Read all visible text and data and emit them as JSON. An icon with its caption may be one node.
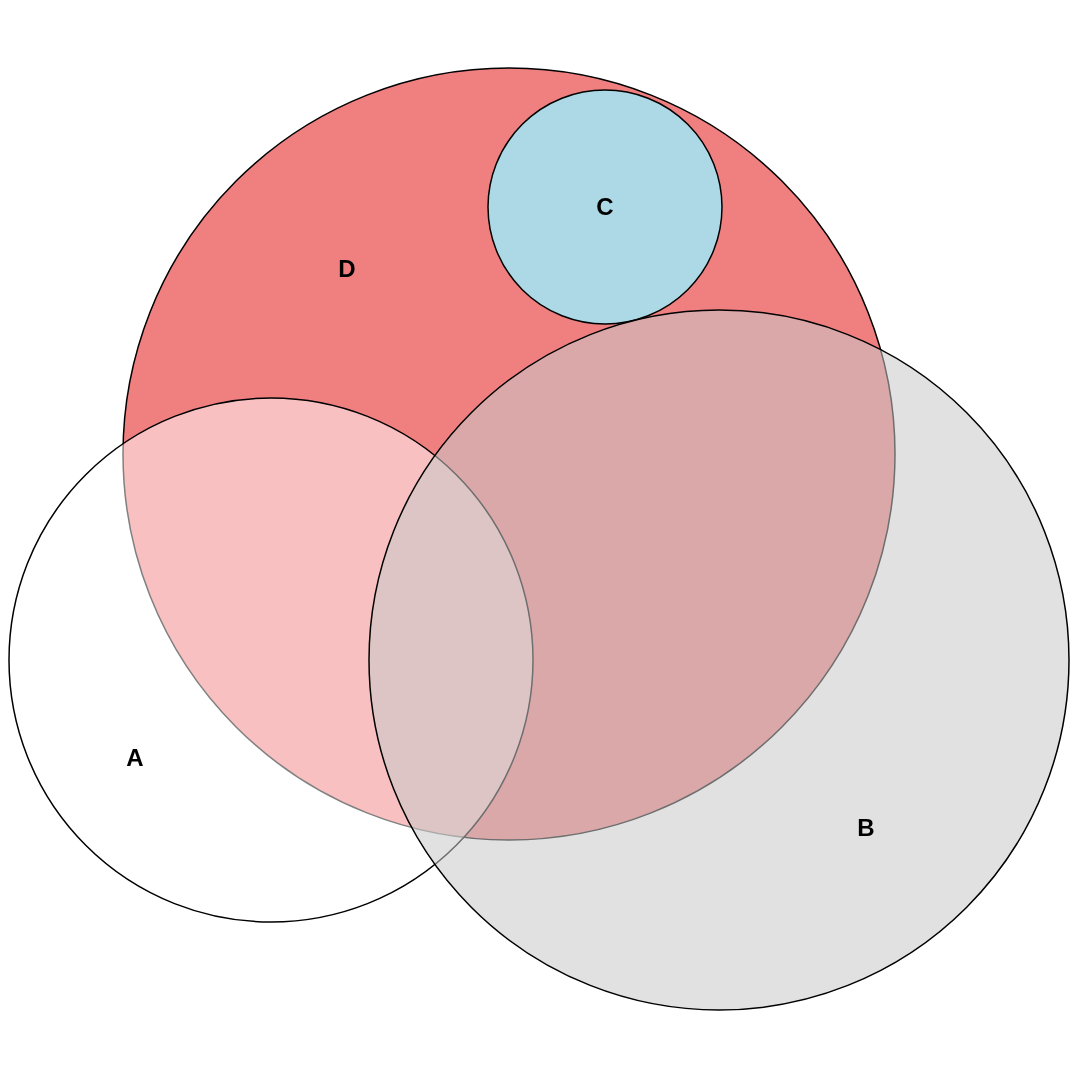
{
  "diagram": {
    "nodes": [
      {
        "text": [
          "D"
        ]
      },
      {
        "text": [
          "C"
        ],
        "in": 0
      },
      {
        "text": [
          "A"
        ]
      },
      {
        "text": [
          "B"
        ]
      }
    ]
  }
}
